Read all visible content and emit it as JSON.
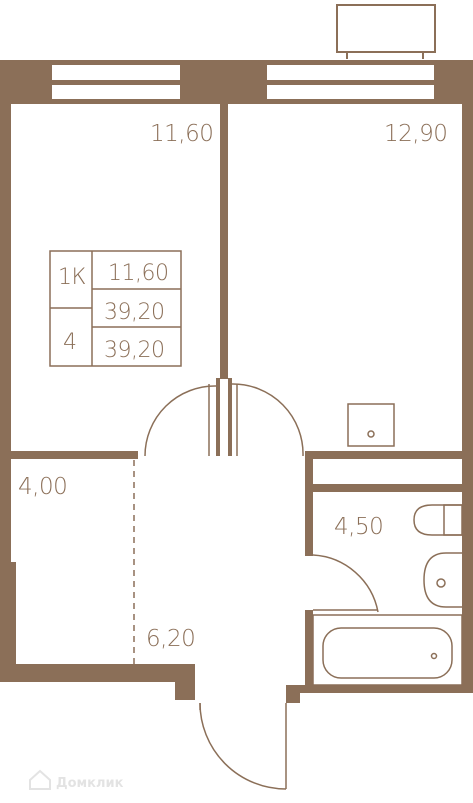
{
  "plan": {
    "colors": {
      "wall": "#8b6f58",
      "line": "#8b6f58",
      "text": "#8b6f58",
      "background": "#ffffff"
    },
    "rooms": {
      "room_left": "11,60",
      "room_right": "12,90",
      "storage": "4,00",
      "bathroom": "4,50",
      "hall": "6,20"
    },
    "info_table": {
      "type": "1К",
      "living_area": "11,60",
      "floor": "4",
      "total_area": "39,20",
      "total_area_2": "39,20"
    },
    "watermark": "Домклик"
  }
}
